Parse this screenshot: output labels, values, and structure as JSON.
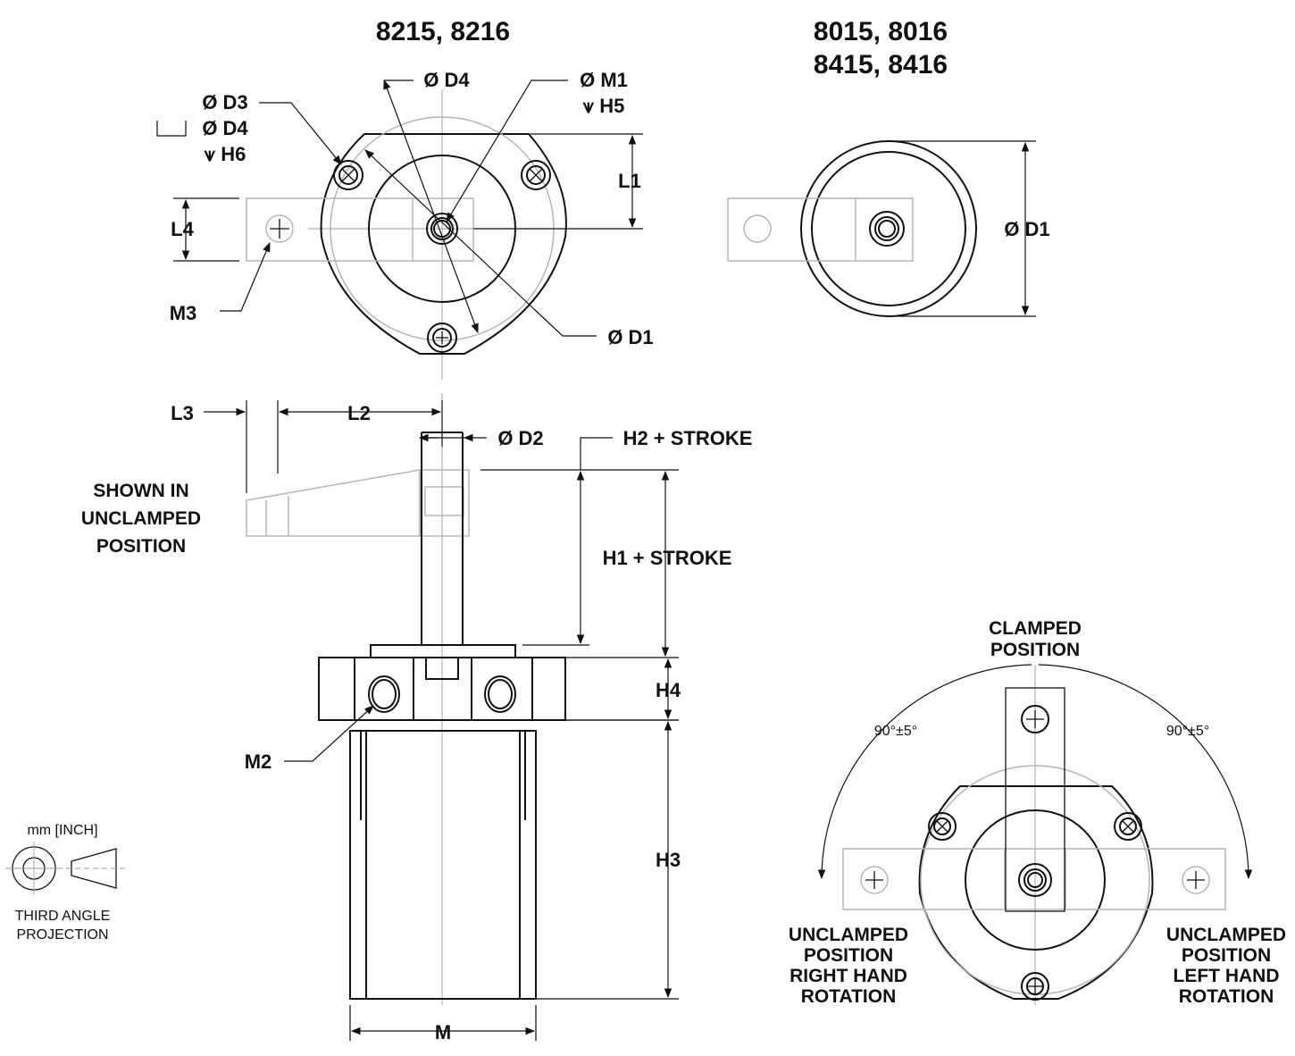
{
  "headers": {
    "left_models": "8215, 8216",
    "right_models_line1": "8015, 8016",
    "right_models_line2": "8415, 8416"
  },
  "top_view_labels": {
    "d4_top": "Ø D4",
    "m1": "Ø M1",
    "h5": "⩛ H5",
    "d3": "Ø D3",
    "d4_cbore": "Ø D4",
    "h6": "⩛ H6",
    "l1": "L1",
    "l4": "L4",
    "m3": "M3",
    "d1": "Ø D1"
  },
  "right_view_labels": {
    "d1": "Ø D1"
  },
  "side_view_labels": {
    "l3": "L3",
    "l2": "L2",
    "d2": "Ø D2",
    "h2_stroke": "H2 + STROKE",
    "h1_stroke": "H1 + STROKE",
    "h4": "H4",
    "h3": "H3",
    "m2": "M2",
    "m": "M",
    "note_line1": "SHOWN IN",
    "note_line2": "UNCLAMPED",
    "note_line3": "POSITION"
  },
  "projection": {
    "units": "mm [INCH]",
    "line1": "THIRD ANGLE",
    "line2": "PROJECTION"
  },
  "rotation_view": {
    "clamped_line1": "CLAMPED",
    "clamped_line2": "POSITION",
    "angle_left": "90°±5°",
    "angle_right": "90°±5°",
    "right_hand": [
      "UNCLAMPED",
      "POSITION",
      "RIGHT HAND",
      "ROTATION"
    ],
    "left_hand": [
      "UNCLAMPED",
      "POSITION",
      "LEFT HAND",
      "ROTATION"
    ]
  },
  "colors": {
    "line": "#111111",
    "hidden": "#b5b5b5",
    "background": "#ffffff"
  }
}
